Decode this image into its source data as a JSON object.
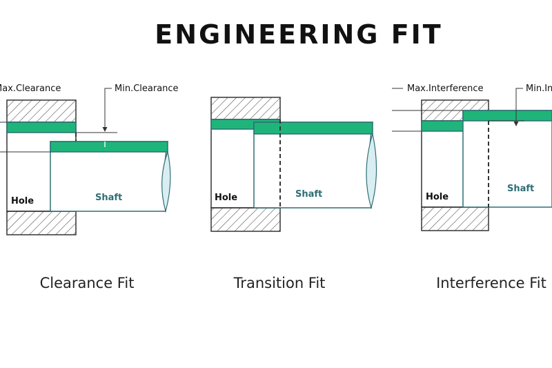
{
  "title": "ENGINEERING FIT",
  "colors": {
    "tolerance_band": "#1fb57a",
    "outline": "#2f6e74",
    "ink": "#111111"
  },
  "diagrams": [
    {
      "id": "clearance",
      "caption": "Clearance Fit",
      "hole_label": "Hole",
      "shaft_label": "Shaft",
      "annotations": [
        "Max.Clearance",
        "Min.Clearance"
      ]
    },
    {
      "id": "transition",
      "caption": "Transition Fit",
      "hole_label": "Hole",
      "shaft_label": "Shaft",
      "annotations": []
    },
    {
      "id": "interference",
      "caption": "Interference Fit",
      "hole_label": "Hole",
      "shaft_label": "Shaft",
      "annotations": [
        "Max.Interference",
        "Min.Interference"
      ]
    }
  ]
}
